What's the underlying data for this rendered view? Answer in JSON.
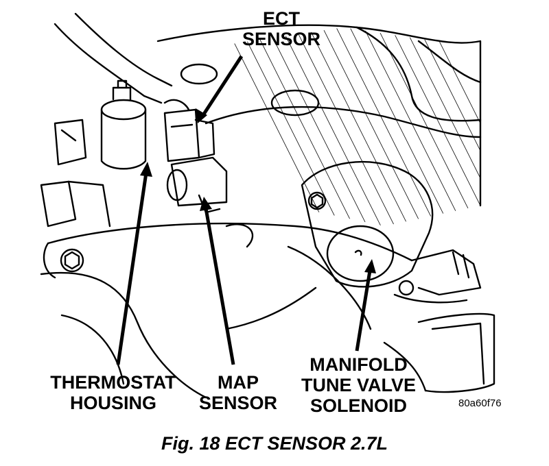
{
  "callouts": {
    "ect": [
      "ECT",
      "SENSOR"
    ],
    "thermostat": [
      "THERMOSTAT",
      "HOUSING"
    ],
    "map": [
      "MAP",
      "SENSOR"
    ],
    "manifold": [
      "MANIFOLD",
      "TUNE VALVE",
      "SOLENOID"
    ]
  },
  "figure_ref": "80a60f76",
  "caption": "Fig. 18 ECT SENSOR 2.7L"
}
